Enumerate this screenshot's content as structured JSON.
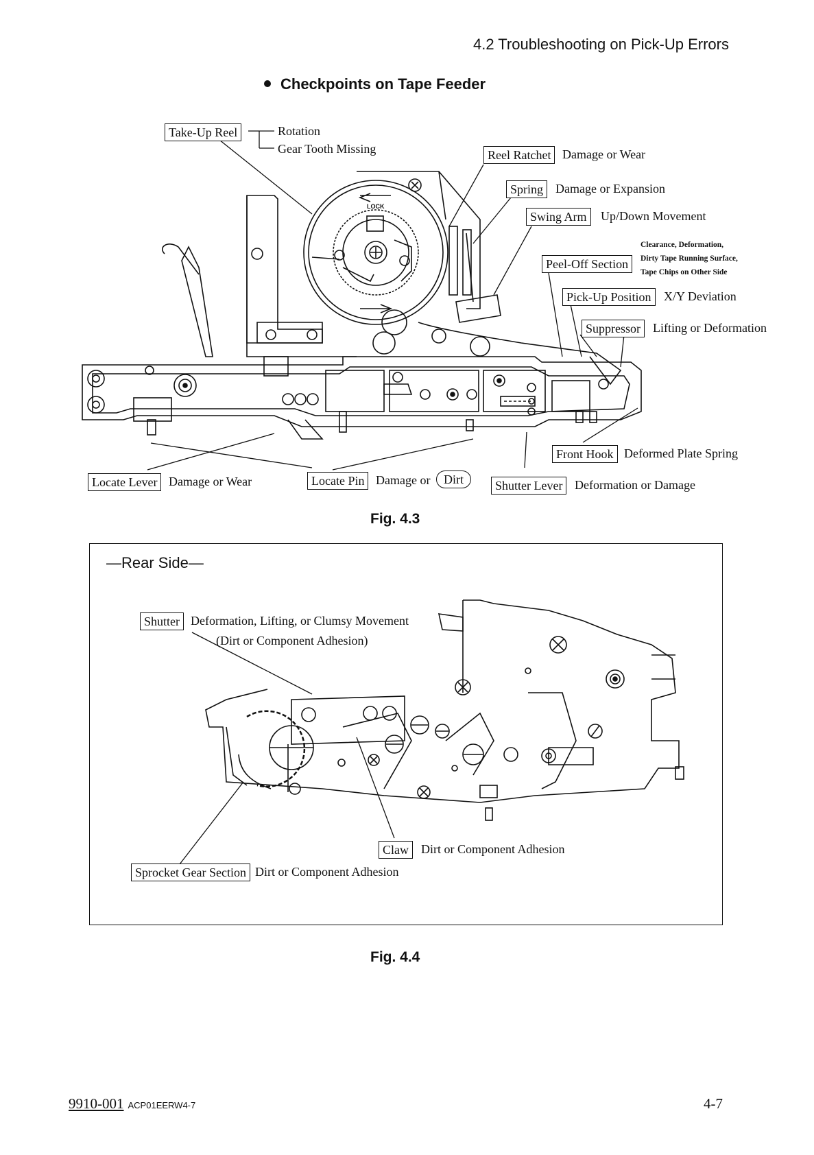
{
  "header": {
    "section": "4.2 Troubleshooting on Pick-Up Errors"
  },
  "title": "Checkpoints on Tape Feeder",
  "fig3": {
    "caption": "Fig. 4.3",
    "take_up_reel": {
      "label": "Take-Up Reel",
      "note1": "Rotation",
      "note2": "Gear Tooth Missing"
    },
    "reel_ratchet": {
      "label": "Reel Ratchet",
      "note": "Damage or Wear"
    },
    "spring": {
      "label": "Spring",
      "note": "Damage or Expansion"
    },
    "swing_arm": {
      "label": "Swing Arm",
      "note": "Up/Down Movement"
    },
    "peel_off": {
      "label": "Peel-Off Section",
      "note1": "Clearance, Deformation,",
      "note2": "Dirty Tape Running Surface,",
      "note3": "Tape Chips on Other Side"
    },
    "pick_up": {
      "label": "Pick-Up Position",
      "note": "X/Y Deviation"
    },
    "suppressor": {
      "label": "Suppressor",
      "note": "Lifting or Deformation"
    },
    "front_hook": {
      "label": "Front Hook",
      "note": "Deformed Plate Spring"
    },
    "locate_lever": {
      "label": "Locate Lever",
      "note": "Damage or Wear"
    },
    "locate_pin": {
      "label": "Locate Pin",
      "note": "Damage or",
      "dirt": "Dirt"
    },
    "shutter_lever": {
      "label": "Shutter Lever",
      "note": "Deformation or Damage"
    },
    "reel_marks": {
      "lock": "LOCK"
    }
  },
  "fig4": {
    "caption": "Fig. 4.4",
    "heading": "—Rear Side—",
    "shutter": {
      "label": "Shutter",
      "note1": "Deformation, Lifting, or Clumsy Movement",
      "note2": "(Dirt or Component Adhesion)"
    },
    "claw": {
      "label": "Claw",
      "note": "Dirt or Component Adhesion"
    },
    "sprocket": {
      "label": "Sprocket Gear Section",
      "note": "Dirt or Component Adhesion"
    }
  },
  "footer": {
    "doc_code": "9910-001",
    "doc_sub": "ACP01EERW4-7",
    "page": "4-7"
  }
}
